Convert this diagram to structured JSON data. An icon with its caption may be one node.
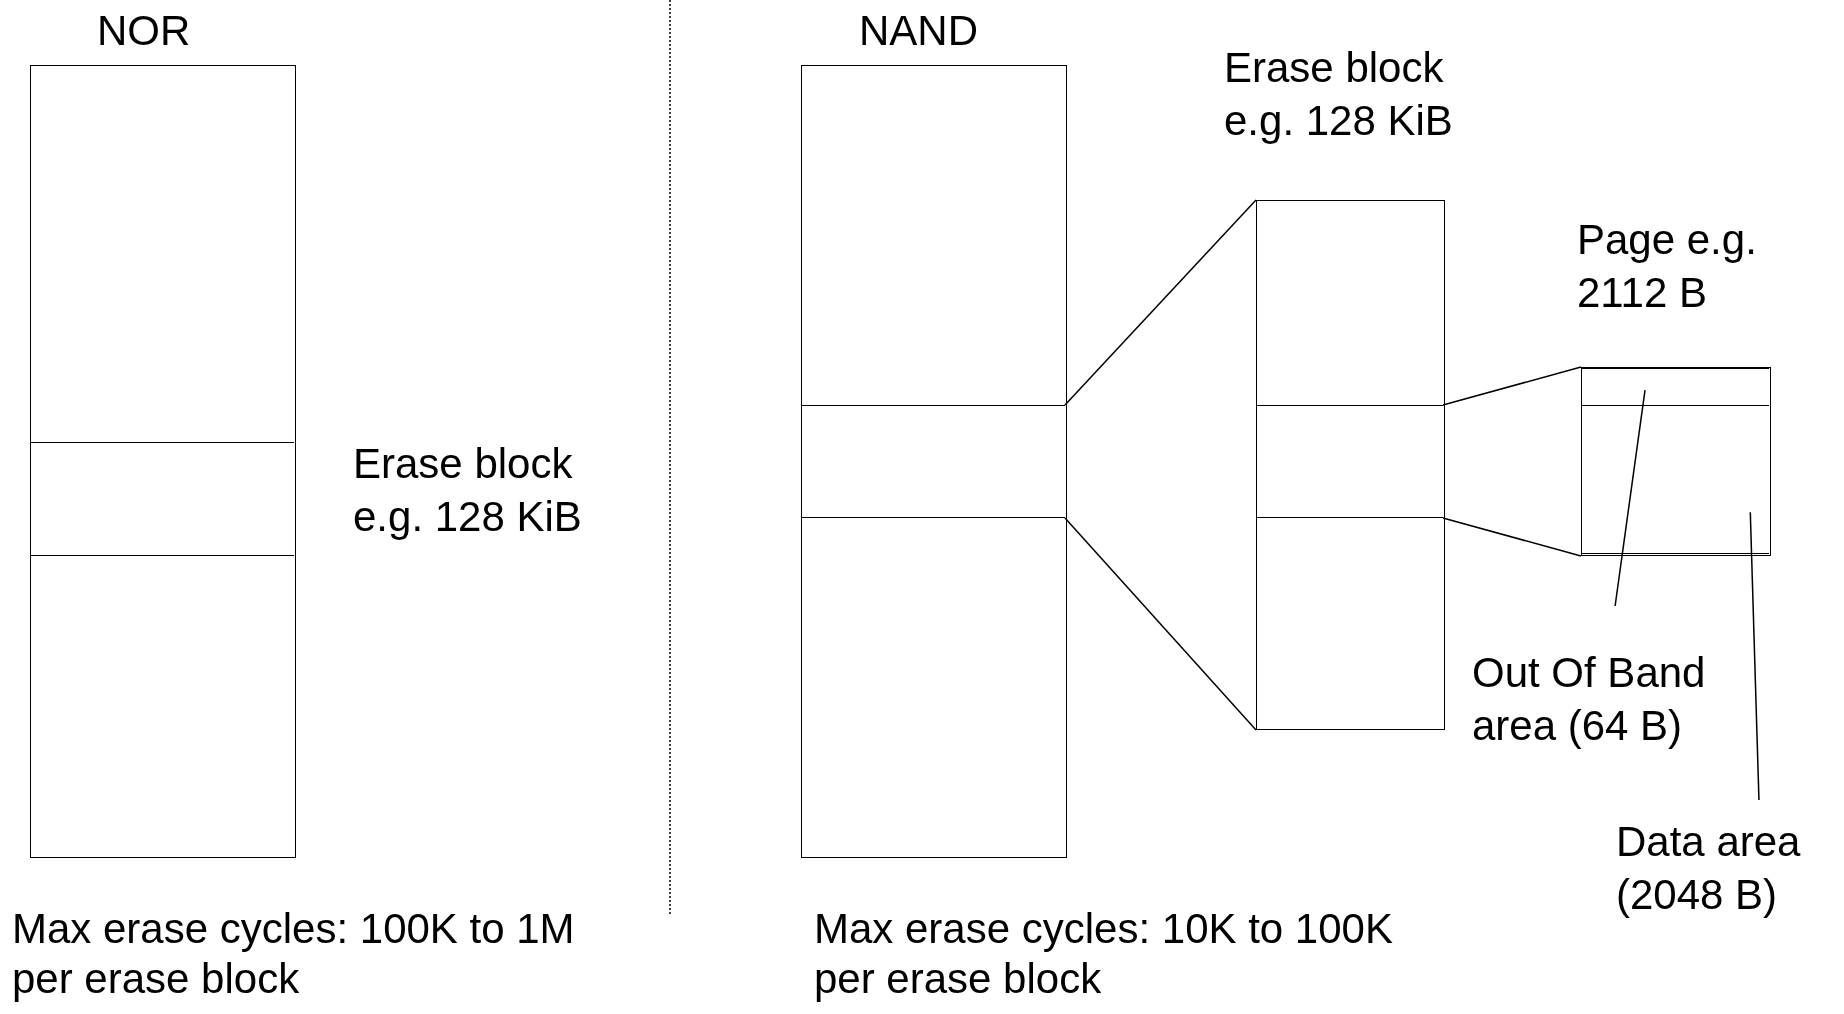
{
  "diagram": {
    "nodes": [
      {
        "text": [
          "NOR"
        ]
      },
      {
        "text": [],
        "shape": "box",
        "in": 0,
        "beside": [
          "Erase block e.g. 128 KiB"
        ]
      },
      {
        "text": [
          "NAND"
        ]
      },
      {
        "text": [],
        "shape": "box",
        "in": 2
      },
      {
        "text": [
          "Erase block e.g. 128 KiB"
        ]
      },
      {
        "text": [],
        "shape": "box",
        "in": 4
      },
      {
        "text": [
          "Page e.g. 2112 B"
        ]
      },
      {
        "text": [],
        "shape": "box",
        "in": 6
      },
      {
        "text": [],
        "shape": "box",
        "in": 6
      },
      {
        "text": [
          "Out Of Band area (64 B)"
        ]
      },
      {
        "text": [
          "Data area (2048 B)"
        ]
      }
    ],
    "edges": [
      {
        "from": 3,
        "to": 4,
        "arrow": "none"
      },
      {
        "from": 3,
        "to": 4,
        "arrow": "none"
      },
      {
        "from": 5,
        "to": 6,
        "arrow": "none"
      },
      {
        "from": 5,
        "to": 6,
        "arrow": "none"
      },
      {
        "from": 9,
        "to": 7,
        "arrow": "none"
      },
      {
        "from": 10,
        "to": 8,
        "arrow": "none"
      }
    ],
    "labels": [
      "Max erase cycles: 100K to 1M per erase block",
      "Max erase cycles: 10K to 100K per erase block"
    ]
  }
}
